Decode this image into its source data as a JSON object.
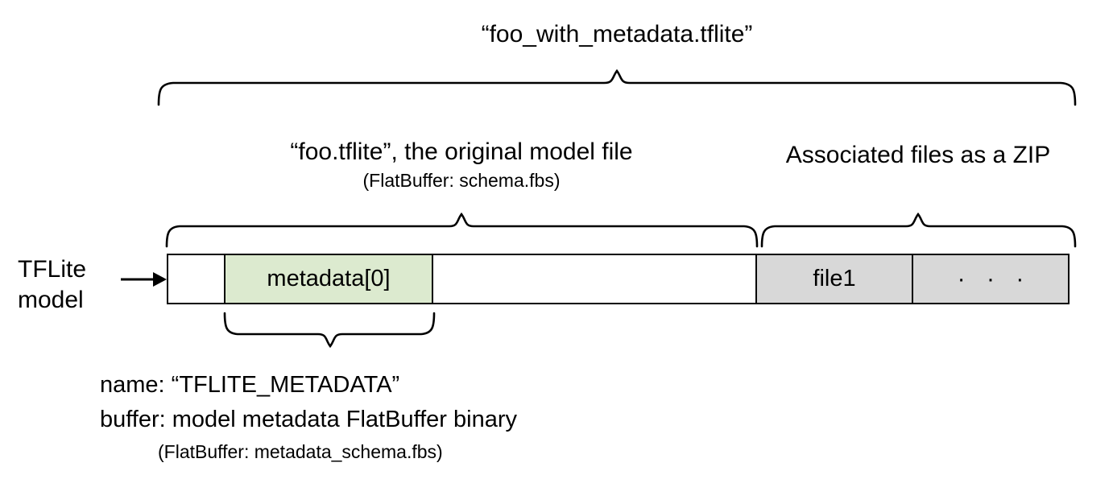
{
  "diagram": {
    "title": "“foo_with_metadata.tflite”",
    "left_caption_line1": "TFLite",
    "left_caption_line2": "model",
    "sections": {
      "original_model": {
        "label": "“foo.tflite”, the original model file",
        "sublabel": "(FlatBuffer: schema.fbs)"
      },
      "associated_files": {
        "label": "Associated files as a ZIP"
      }
    },
    "bar_cells": [
      {
        "name": "empty-leading",
        "label": "",
        "fill": "#ffffff"
      },
      {
        "name": "metadata-0",
        "label": "metadata[0]",
        "fill": "#dceacf"
      },
      {
        "name": "empty-body",
        "label": "",
        "fill": "#ffffff"
      },
      {
        "name": "file1",
        "label": "file1",
        "fill": "#d8d8d8"
      },
      {
        "name": "more-files",
        "label": "· · ·",
        "fill": "#d8d8d8"
      }
    ],
    "metadata_annotation": {
      "name_line": "name: “TFLITE_METADATA”",
      "buffer_line": "buffer: model metadata FlatBuffer binary",
      "schema_line": "(FlatBuffer: metadata_schema.fbs)"
    },
    "colors": {
      "metadata_fill": "#dceacf",
      "zip_fill": "#d8d8d8",
      "stroke": "#000000",
      "background": "#ffffff"
    },
    "icons": {
      "arrow": "right-arrow-icon"
    }
  }
}
